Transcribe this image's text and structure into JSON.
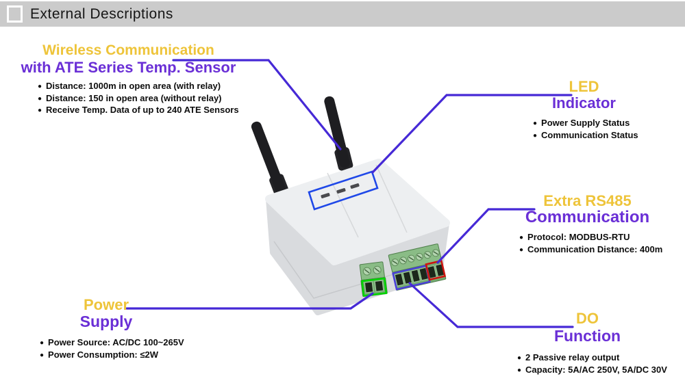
{
  "header": {
    "title": "External Descriptions"
  },
  "annotations": {
    "wireless": {
      "title_line1": "Wireless Communication",
      "title_line2": "with ATE Series Temp. Sensor",
      "bullets": [
        "Distance: 1000m in open area (with relay)",
        "Distance: 150 in open area (without relay)",
        "Receive Temp. Data of up to 240 ATE Sensors"
      ]
    },
    "led": {
      "title_line1": "LED",
      "title_line2": "Indicator",
      "bullets": [
        "Power Supply Status",
        "Communication Status"
      ]
    },
    "rs485": {
      "title_line1": "Extra RS485",
      "title_line2": "Communication",
      "bullets": [
        "Protocol: MODBUS-RTU",
        "Communication Distance: 400m"
      ]
    },
    "power": {
      "title_line1": "Power",
      "title_line2": "Supply",
      "bullets": [
        "Power Source: AC/DC 100~265V",
        "Power Consumption: ≤2W"
      ]
    },
    "do_function": {
      "title_line1": "DO",
      "title_line2": "Function",
      "bullets": [
        "2 Passive relay output",
        "Capacity: 5A/AC 250V, 5A/DC 30V"
      ]
    }
  },
  "colors": {
    "title_bar_bg": "#cbcbcb",
    "heading_yellow": "#eec43a",
    "heading_purple": "#6a2fd6",
    "leader_line": "#4629d6",
    "led_window_outline": "#1f48e8",
    "power_terminal_outline": "#00d400",
    "rs485_terminal_outline": "#4a3fd8",
    "do_terminal_outline": "#cc1510"
  },
  "device": {
    "parts": [
      "antenna",
      "enclosure",
      "led-window",
      "power-terminal",
      "rs485-do-terminal"
    ]
  }
}
